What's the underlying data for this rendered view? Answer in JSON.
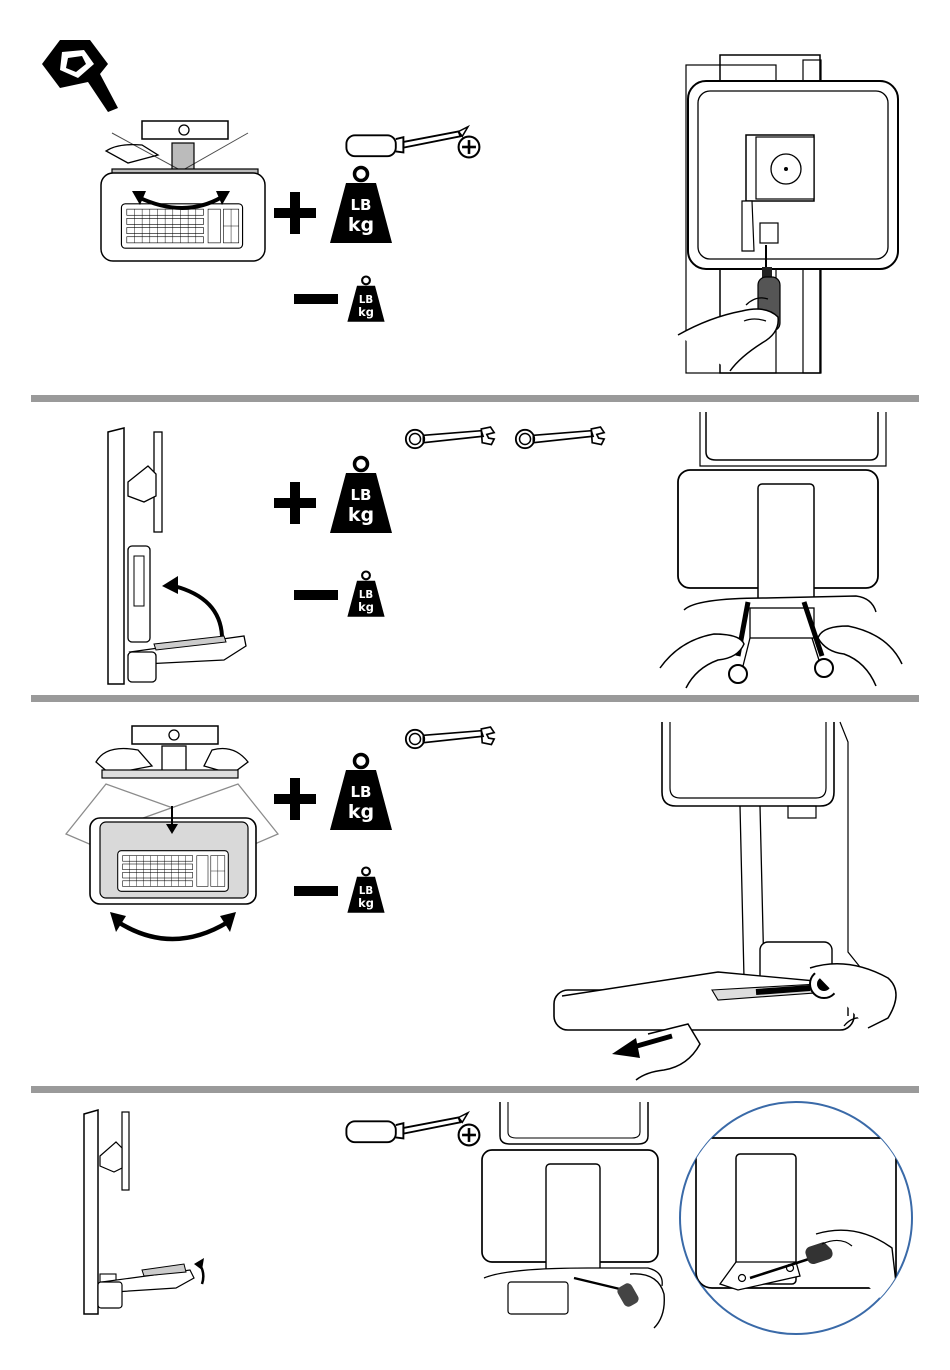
{
  "weight_icon": {
    "unit_top": "LB",
    "unit_bottom": "kg"
  },
  "colors": {
    "ink": "#000000",
    "divider": "#9a9a9a",
    "tray_gray": "#d9d9d9",
    "detail_circle": "#3a6aa8"
  },
  "icons": [
    "wrench-hex-icon",
    "screwdriver-icon",
    "phillips-head-icon",
    "weight-plus-icon",
    "weight-minus-icon",
    "open-end-wrench-icon"
  ],
  "sections": [
    {
      "name": "keyboard-tilt-adjustment",
      "tools": [
        "screwdriver",
        "phillips"
      ]
    },
    {
      "name": "tray-height-fold-adjustment",
      "tools": [
        "wrench",
        "wrench"
      ]
    },
    {
      "name": "keyboard-swivel-adjustment",
      "tools": [
        "wrench"
      ]
    },
    {
      "name": "tray-lift-adjustment",
      "tools": [
        "screwdriver",
        "phillips"
      ]
    }
  ]
}
